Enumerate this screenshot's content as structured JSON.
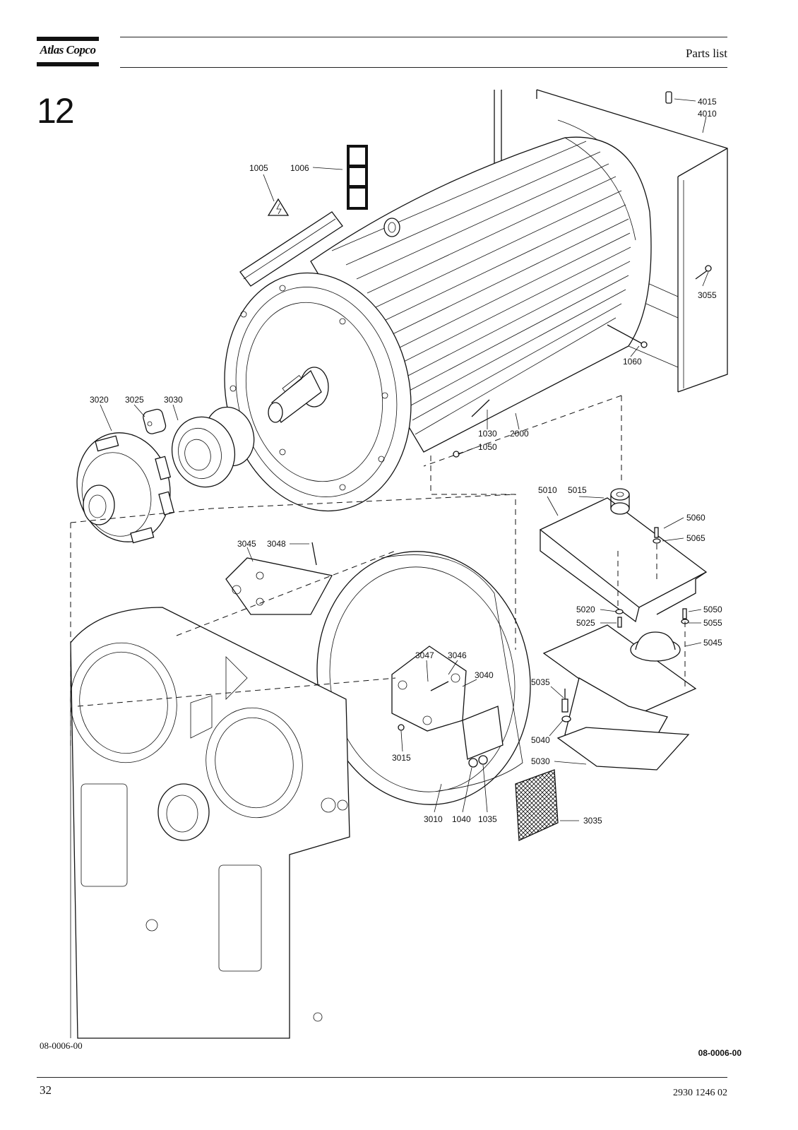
{
  "header": {
    "brand": "Atlas Copco",
    "title": "Parts list"
  },
  "section_number": "12",
  "figure": {
    "code_left": "08-0006-00",
    "code_right": "08-0006-00"
  },
  "callouts": [
    "4015",
    "4010",
    "1005",
    "1006",
    "3055",
    "1060",
    "3020",
    "3025",
    "3030",
    "1030",
    "2000",
    "1050",
    "5010",
    "5015",
    "5060",
    "5065",
    "3045",
    "3048",
    "5020",
    "5050",
    "5025",
    "5055",
    "5045",
    "3047",
    "3046",
    "3040",
    "5035",
    "3015",
    "5040",
    "5030",
    "3010",
    "1040",
    "1035",
    "3035"
  ],
  "footer": {
    "page_number": "32",
    "document_number": "2930 1246 02"
  }
}
